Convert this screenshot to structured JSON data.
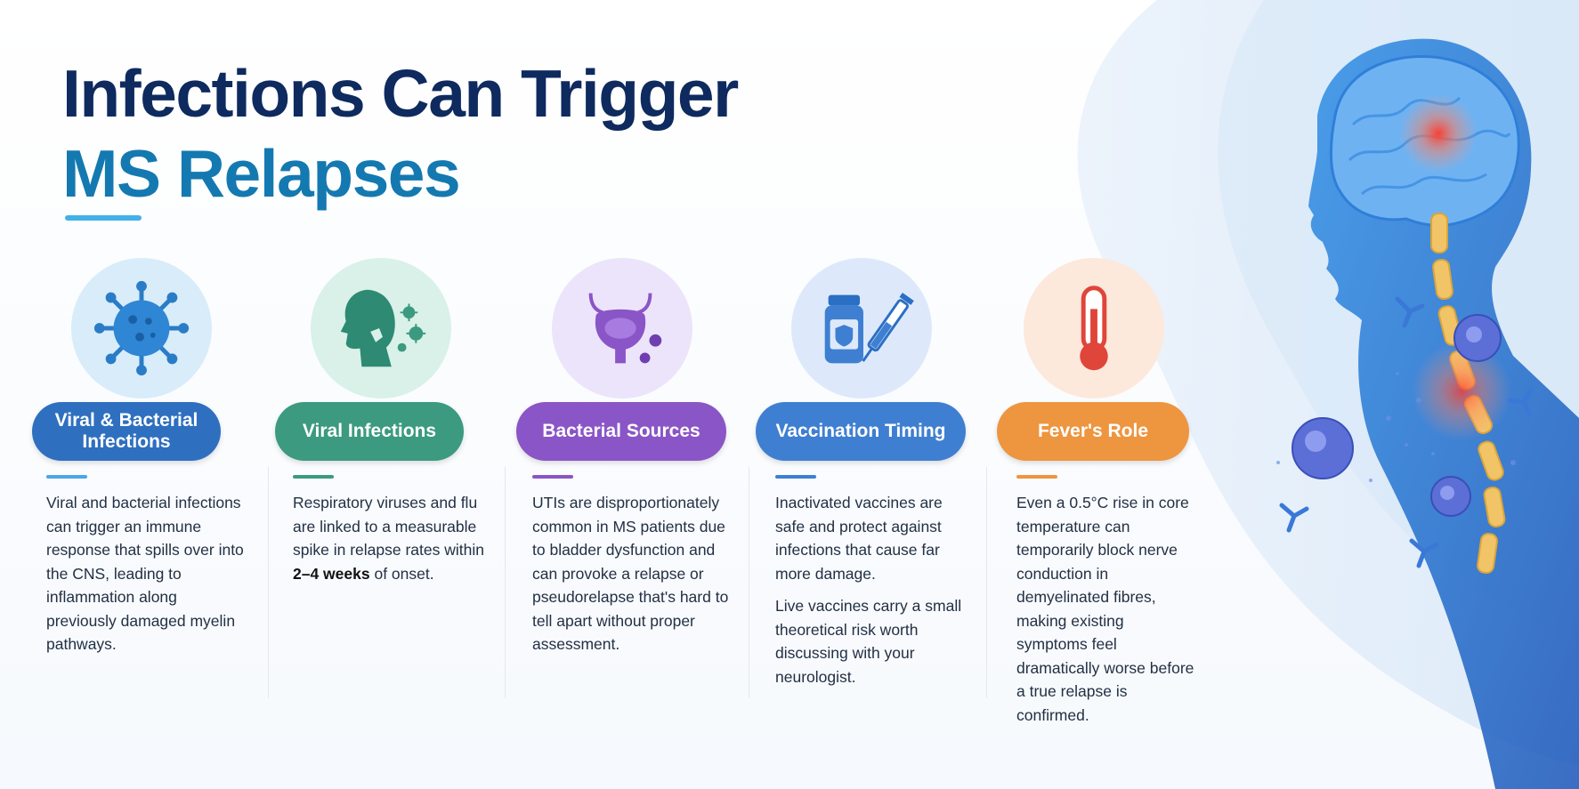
{
  "title": {
    "line1": "Infections Can Trigger",
    "line2": "MS Relapses"
  },
  "colors": {
    "navy": "#0e2a5e",
    "teal_blue": "#1479b0",
    "accent_line": "#43b0e8"
  },
  "cards": [
    {
      "id": "viral-bacterial",
      "icon": "virus-icon",
      "label": "Viral & Bacterial Infections",
      "color": "#2f6fbf",
      "text": "Viral and bacterial infections can trigger an immune response that spills over into the CNS, leading to inflammation along previously damaged myelin pathways."
    },
    {
      "id": "viral",
      "icon": "respiratory-person-icon",
      "label": "Viral Infections",
      "color": "#3b9a80",
      "text_pre": "Respiratory viruses and flu are linked to a measurable spike in relapse rates within ",
      "text_bold": "2–4 weeks",
      "text_post": " of onset."
    },
    {
      "id": "bacterial",
      "icon": "bladder-icon",
      "label": "Bacterial Sources",
      "color": "#8a55c6",
      "text": "UTIs are disproportionately common in MS patients due to bladder dysfunction and can provoke a relapse or pseudorelapse that's hard to tell apart without proper assessment."
    },
    {
      "id": "vaccination",
      "icon": "vaccine-vial-syringe-icon",
      "label": "Vaccination Timing",
      "color": "#3f7fd1",
      "text": "Inactivated vaccines are safe and protect against infections that cause far more damage.",
      "text2": "Live vaccines carry a small theoretical risk worth discussing with your neurologist."
    },
    {
      "id": "fever",
      "icon": "thermometer-icon",
      "label": "Fever's Role",
      "color": "#ee9540",
      "text": "Even a 0.5°C rise in core temperature can temporarily block nerve conduction in demyelinated fibres, making existing symptoms feel dramatically worse before a true relapse is confirmed."
    }
  ],
  "illustration": {
    "icon": "head-brain-spine-icon"
  }
}
